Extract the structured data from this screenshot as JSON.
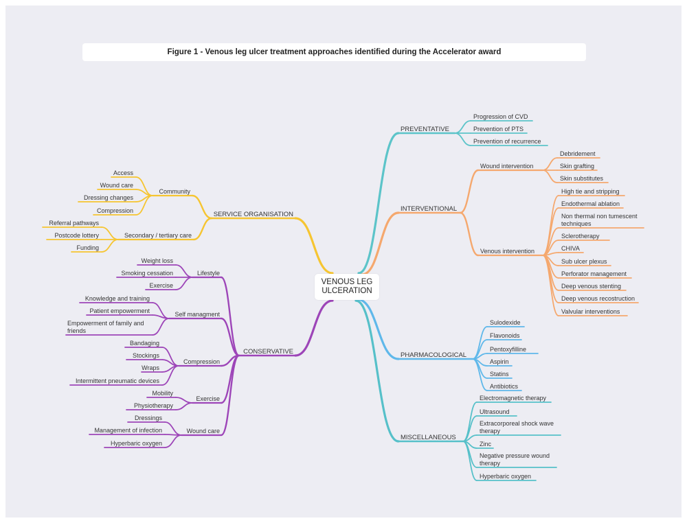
{
  "title": "Figure 1 - Venous leg ulcer treatment approaches identified during the Accelerator award",
  "center": [
    "VENOUS LEG",
    "ULCERATION"
  ],
  "colors": {
    "preventative": "#5cc4c9",
    "interventional": "#f5a86e",
    "pharmacological": "#5fb8ea",
    "miscellaneous": "#56c0c9",
    "service": "#f6c531",
    "conservative": "#9d45b8"
  },
  "branches": {
    "preventative": {
      "label": "PREVENTATIVE",
      "items": [
        "Progression of CVD",
        "Prevention of PTS",
        "Prevention of recurrence"
      ]
    },
    "interventional": {
      "label": "INTERVENTIONAL",
      "wound": {
        "label": "Wound intervention",
        "items": [
          "Debridement",
          "Skin grafting",
          "Skin substitutes"
        ]
      },
      "venous": {
        "label": "Venous intervention",
        "items": [
          "High tie and stripping",
          "Endothermal ablation",
          [
            "Non thermal non tumescent",
            "techniques"
          ],
          "Sclerotherapy",
          "CHIVA",
          "Sub ulcer plexus",
          "Perforator management",
          "Deep venous stenting",
          "Deep venous recostruction",
          "Valvular interventions"
        ]
      }
    },
    "pharmacological": {
      "label": "PHARMACOLOGICAL",
      "items": [
        "Sulodexide",
        "Flavonoids",
        "Pentoxyfilline",
        "Aspirin",
        "Statins",
        "Antibiotics"
      ]
    },
    "miscellaneous": {
      "label": "MISCELLANEOUS",
      "items": [
        "Electromagnetic therapy",
        "Ultrasound",
        [
          "Extracorporeal shock wave",
          "therapy"
        ],
        "Zinc",
        [
          "Negative pressure wound",
          "therapy"
        ],
        "Hyperbaric oxygen"
      ]
    },
    "service": {
      "label": "SERVICE ORGANISATION",
      "community": {
        "label": "Community",
        "items": [
          "Access",
          "Wound care",
          "Dressing changes",
          "Compression"
        ]
      },
      "secondary": {
        "label": "Secondary / tertiary care",
        "items": [
          "Referral pathways",
          "Postcode lottery",
          "Funding"
        ]
      }
    },
    "conservative": {
      "label": "CONSERVATIVE",
      "lifestyle": {
        "label": "Lifestyle",
        "items": [
          "Weight loss",
          "Smoking cessation",
          "Exercise"
        ]
      },
      "self": {
        "label": "Self managment",
        "items": [
          "Knowledge and training",
          "Patient empowerment",
          [
            "Empowerment of family and",
            "friends"
          ]
        ]
      },
      "compression": {
        "label": "Compression",
        "items": [
          "Bandaging",
          "Stockings",
          "Wraps",
          "Intermittent pneumatic devices"
        ]
      },
      "exercise": {
        "label": "Exercise",
        "items": [
          "Mobility",
          "Physiotherapy"
        ]
      },
      "woundcare": {
        "label": "Wound care",
        "items": [
          "Dressings",
          "Management of infection",
          "Hyperbaric oxygen"
        ]
      }
    }
  }
}
